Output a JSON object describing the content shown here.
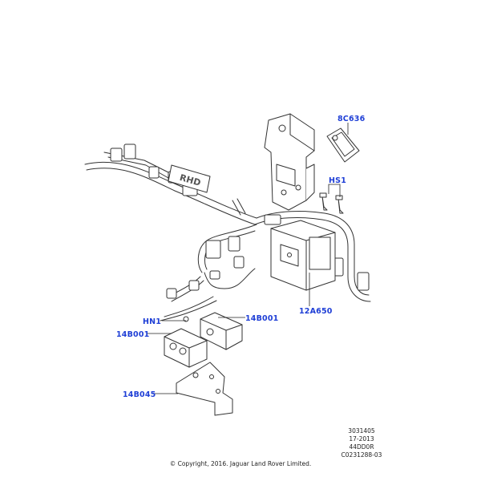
{
  "diagram": {
    "harness_label": "RHD",
    "callouts": {
      "c1": "8C636",
      "c2": "HS1",
      "c3": "12A650",
      "c4": "HN1",
      "c5": "14B001",
      "c6": "14B001",
      "c7": "14B045"
    },
    "ref_codes": [
      "3031405",
      "17-2013",
      "44DD0R",
      "C0231288-03"
    ],
    "copyright": "© Copyright, 2016. Jaguar Land Rover Limited."
  },
  "colors": {
    "callout": "#1f3fd6",
    "line": "#222222"
  }
}
